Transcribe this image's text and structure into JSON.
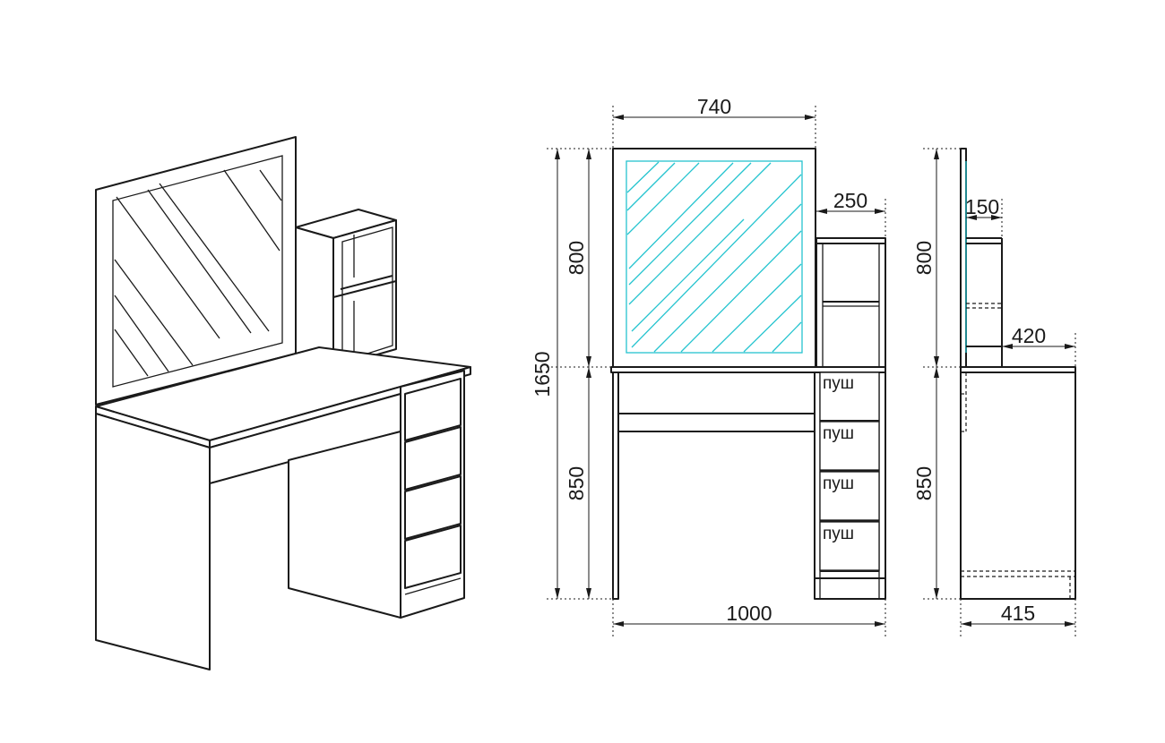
{
  "dimensions": {
    "front_width_mirror": "740",
    "front_width_shelf": "250",
    "total_width": "1000",
    "total_height": "1650",
    "mirror_height_front": "800",
    "desk_height_front": "850",
    "side_shelf_depth": "150",
    "side_top_depth": "420",
    "side_base_depth": "415",
    "mirror_height_side": "800",
    "desk_height_side": "850"
  },
  "drawer_labels": [
    "пуш",
    "пуш",
    "пуш",
    "пуш"
  ],
  "colors": {
    "line": "#1a1a1a",
    "mirror": "#25c4cf",
    "background": "#ffffff"
  }
}
